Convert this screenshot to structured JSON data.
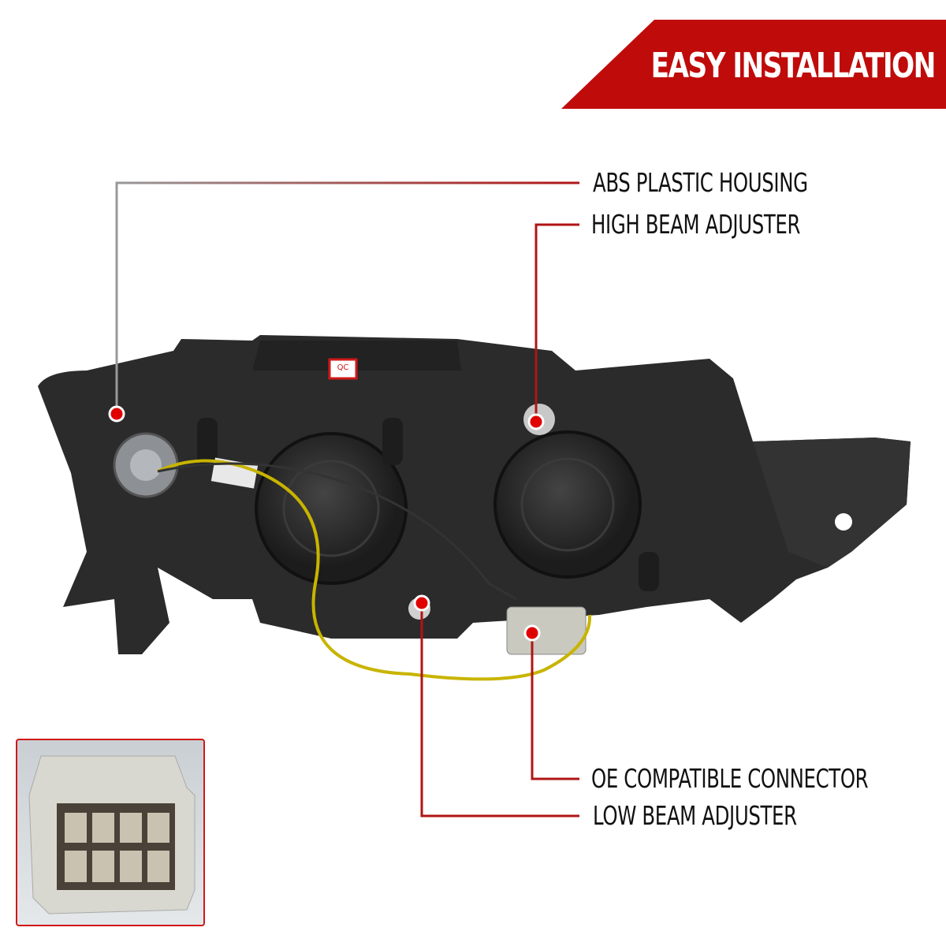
{
  "banner": {
    "title": "EASY INSTALLATION",
    "color": "#c00b0b"
  },
  "callouts": [
    {
      "label": "ABS PLASTIC HOUSING"
    },
    {
      "label": "HIGH BEAM ADJUSTER"
    },
    {
      "label": "OE COMPATIBLE CONNECTOR"
    },
    {
      "label": "LOW BEAM ADJUSTER"
    }
  ],
  "sticker": {
    "text": "QC"
  },
  "colors": {
    "callout_line": "#b01515",
    "dot": "#e00000",
    "wire": "#c8b400",
    "housing": "#2a2a2a"
  }
}
